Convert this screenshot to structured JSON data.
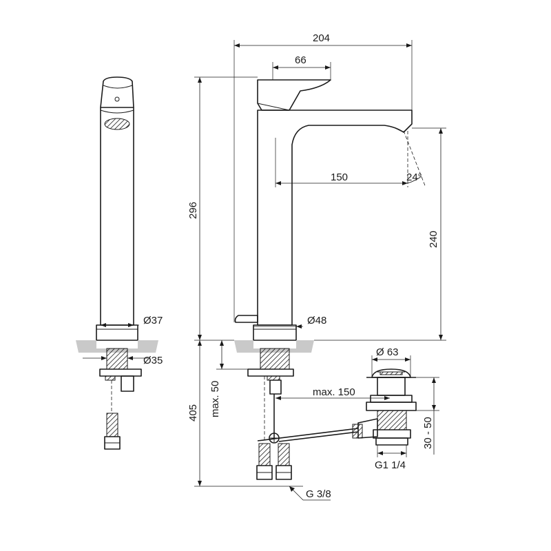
{
  "dimensions": {
    "width_overall": "204",
    "lever_offset": "66",
    "spout_reach": "150",
    "spray_angle": "24°",
    "height_total": "296",
    "spout_height": "240",
    "body_diameter": "Ø37",
    "thread_diameter": "Ø35",
    "base_diameter": "Ø48",
    "waste_diameter": "Ø 63",
    "max_thickness": "max. 50",
    "max_distance": "max. 150",
    "below_deck": "405",
    "waste_adjust": "30 - 50",
    "waste_thread": "G1 1/4",
    "supply_thread": "G 3/8"
  }
}
